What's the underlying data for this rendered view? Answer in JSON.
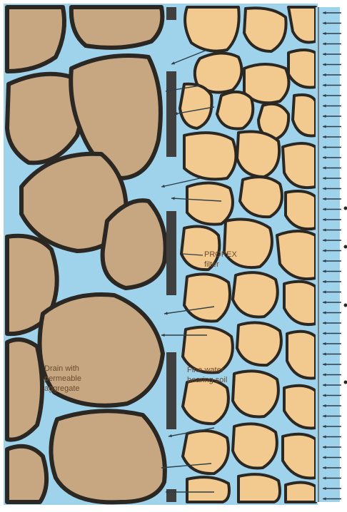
{
  "labels": {
    "filter_line1": "PROPEX",
    "filter_line2": "filter",
    "drain_line1": "Drain with",
    "drain_line2": "permeable",
    "drain_line3": "aggregate",
    "soil_line1": "Fine water",
    "soil_line2": "bearing soil"
  },
  "colors": {
    "water": "#9fd3ec",
    "coarse_stone": "#c7a782",
    "fine_soil": "#f2c98f",
    "stone_outline": "#2b2722",
    "filter": "#3f3f3f",
    "arrow": "#2f3d48",
    "label_text": "#6b4c2e"
  }
}
